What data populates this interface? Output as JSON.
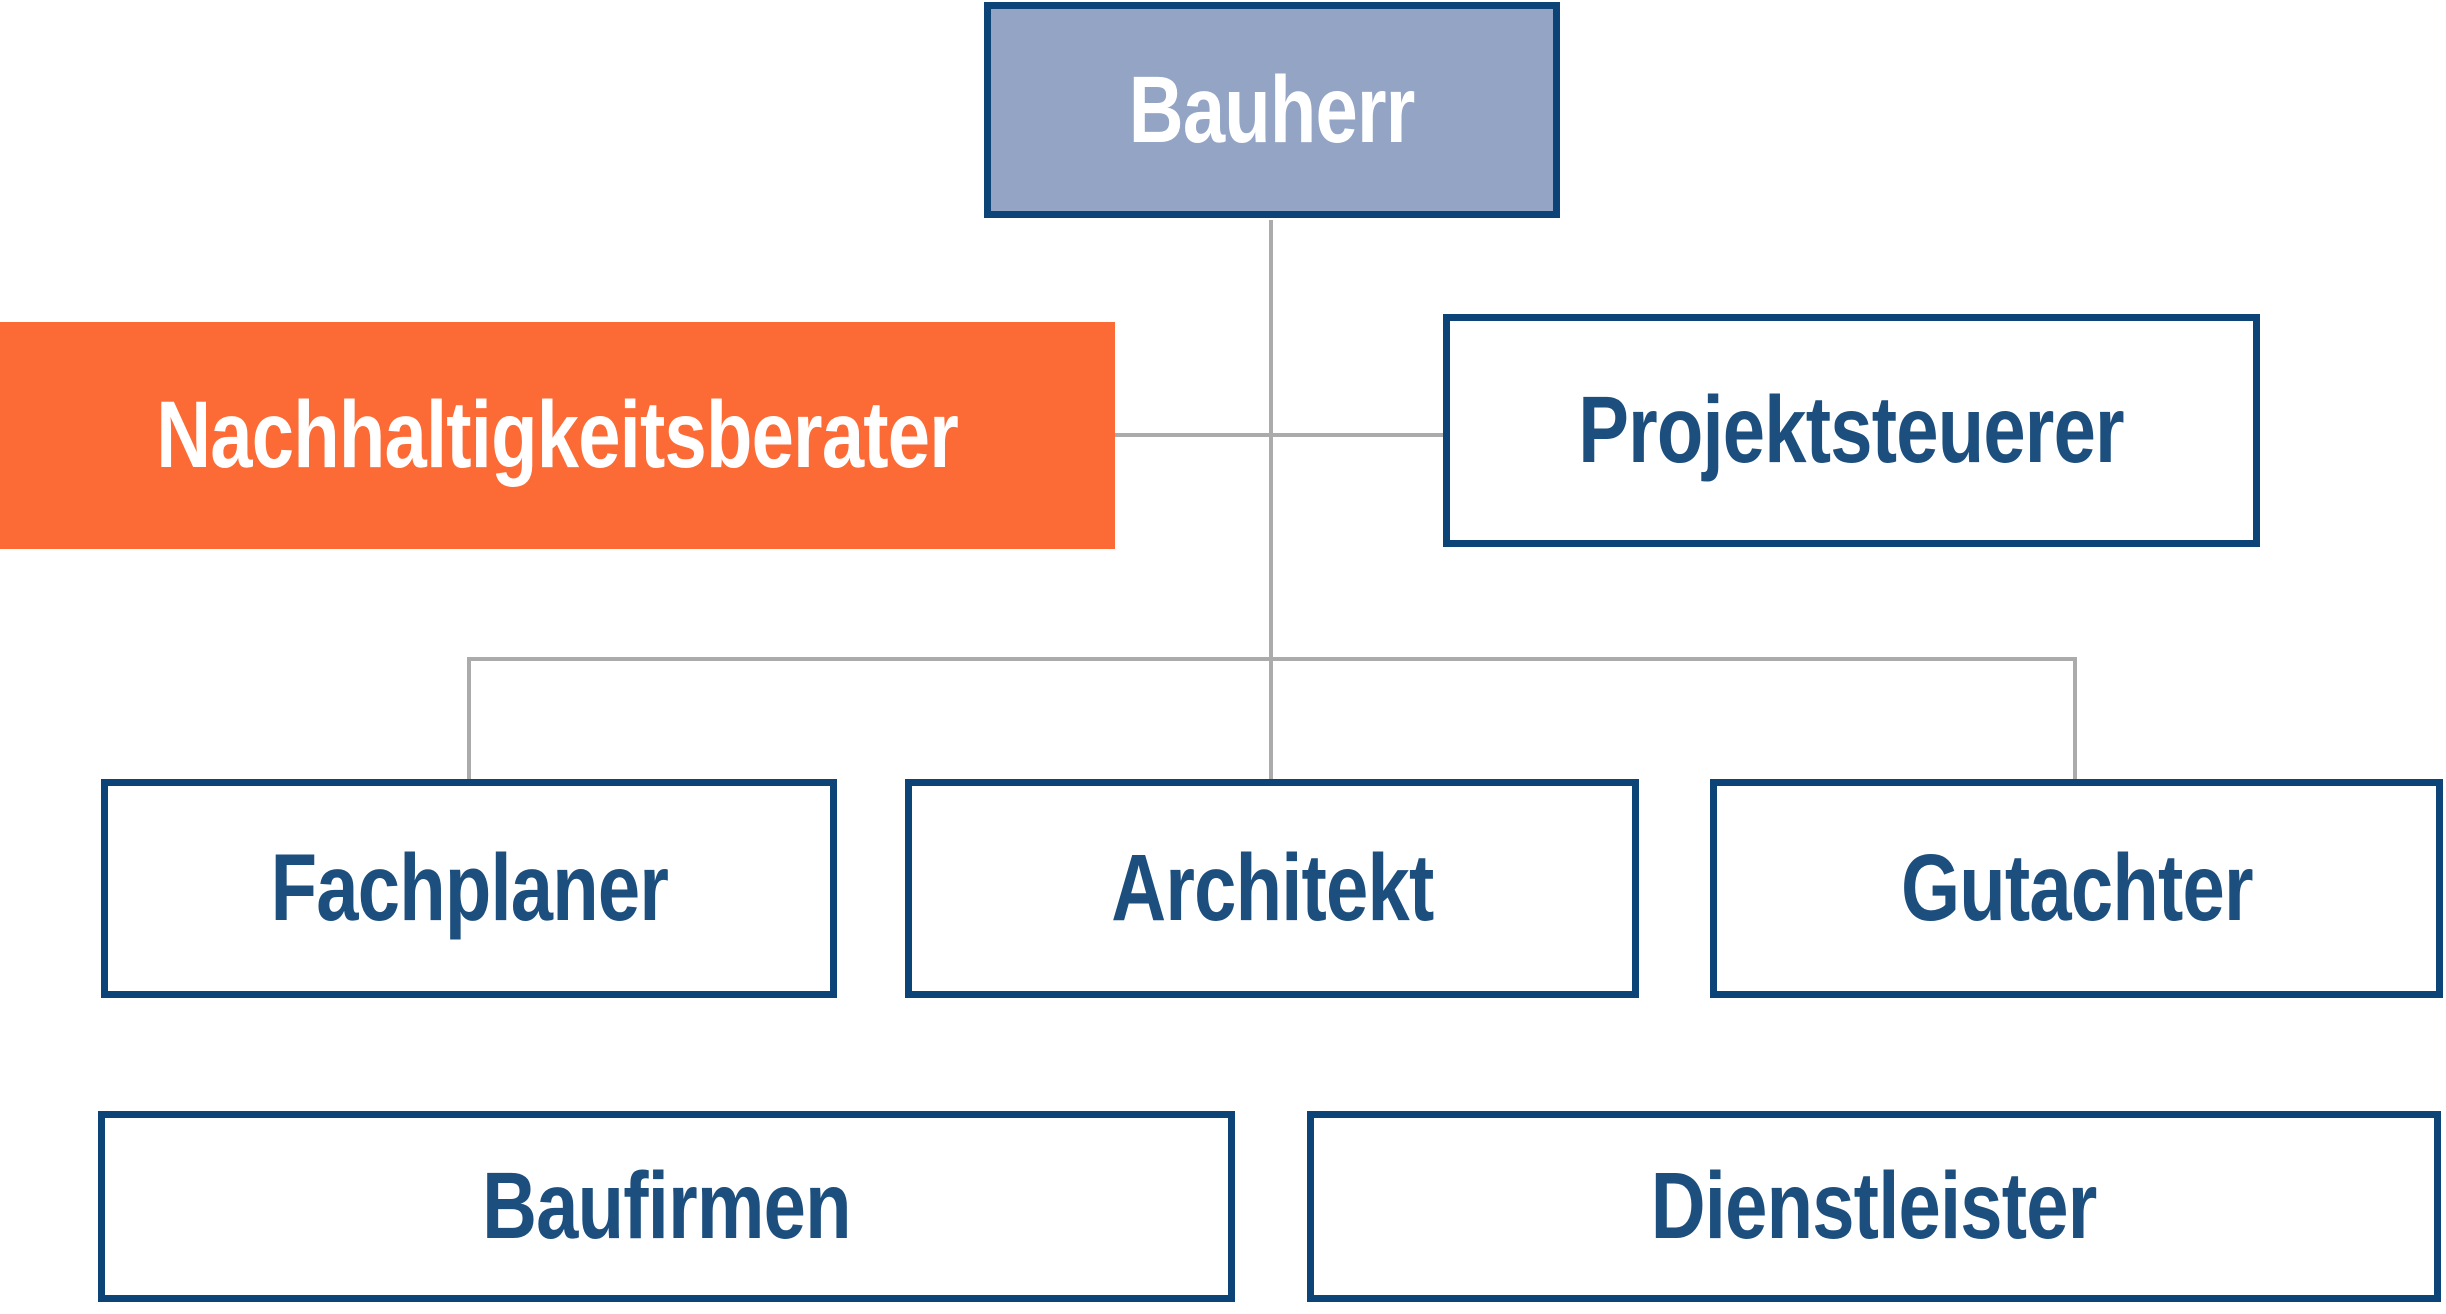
{
  "nodes": {
    "bauherr": {
      "label": "Bauherr"
    },
    "nachhaltigkeitsberater": {
      "label": "Nachhaltigkeitsberater"
    },
    "projektsteuerer": {
      "label": "Projektsteuerer"
    },
    "fachplaner": {
      "label": "Fachplaner"
    },
    "architekt": {
      "label": "Architekt"
    },
    "gutachter": {
      "label": "Gutachter"
    },
    "baufirmen": {
      "label": "Baufirmen"
    },
    "dienstleister": {
      "label": "Dienstleister"
    }
  },
  "colors": {
    "root_fill": "#93A4C5",
    "highlight_fill": "#FC6A35",
    "box_border_navy": "#0D4478",
    "text_navy": "#1D4F7E",
    "text_white": "#FFFFFF",
    "connector_gray": "#ABABAB",
    "background": "#FFFFFF"
  }
}
